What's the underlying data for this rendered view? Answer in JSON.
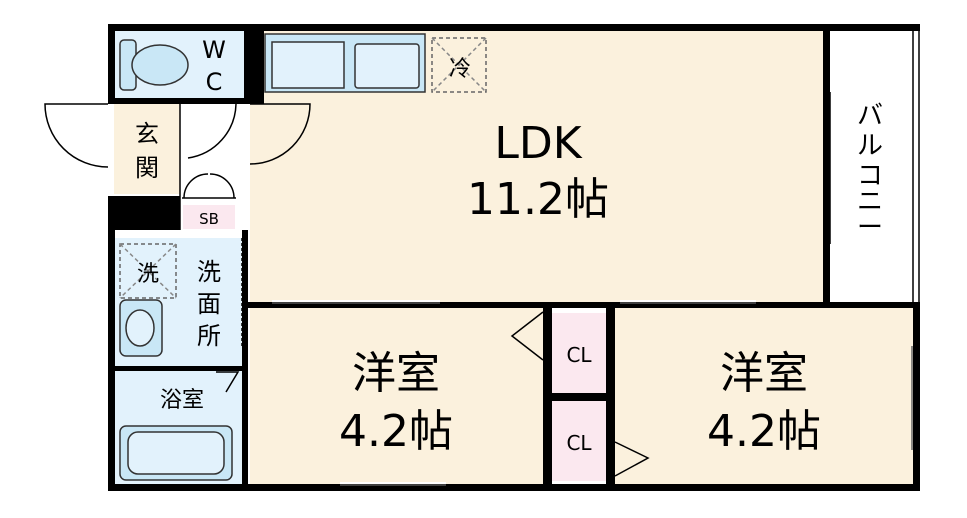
{
  "rooms": {
    "ldk": {
      "name": "LDK",
      "size": "11.2帖"
    },
    "western_left": {
      "name": "洋室",
      "size": "4.2帖"
    },
    "western_right": {
      "name": "洋室",
      "size": "4.2帖"
    },
    "wc": {
      "line1": "W",
      "line2": "C"
    },
    "entrance": {
      "line1": "玄",
      "line2": "関"
    },
    "shoe_box": "SB",
    "washroom": {
      "line1": "洗",
      "line2": "面",
      "line3": "所"
    },
    "washer": "洗",
    "bathroom": "浴室",
    "closet_upper": "CL",
    "closet_lower": "CL",
    "fridge": "冷",
    "balcony": [
      "バ",
      "ル",
      "コ",
      "ニ",
      "ー"
    ]
  },
  "colors": {
    "floor": "#fbf1dd",
    "wet_area": "#e2f2fc",
    "fixture": "#c9e7f6",
    "closet": "#fbe8ef",
    "shoe_box": "#fbe8ef",
    "wall": "#000000",
    "outside": "#ffffff"
  }
}
